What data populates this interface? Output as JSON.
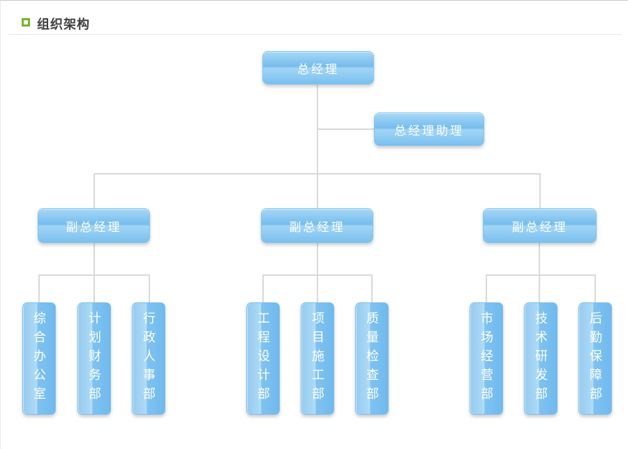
{
  "header": {
    "title": "组织架构"
  },
  "colors": {
    "node_blue": "#79c0ef",
    "node_border": "#85c4ee",
    "connector_gray": "#d9d9d9",
    "bullet_green": "#74b42c",
    "title_text": "#3f3f3f"
  },
  "org_chart": {
    "root": {
      "label": "总经理"
    },
    "assistant": {
      "label": "总经理助理"
    },
    "deputies": [
      {
        "label": "副总经理",
        "departments": [
          "综合办公室",
          "计划财务部",
          "行政人事部"
        ]
      },
      {
        "label": "副总经理",
        "departments": [
          "工程设计部",
          "项目施工部",
          "质量检查部"
        ]
      },
      {
        "label": "副总经理",
        "departments": [
          "市场经营部",
          "技术研发部",
          "后勤保障部"
        ]
      }
    ]
  }
}
